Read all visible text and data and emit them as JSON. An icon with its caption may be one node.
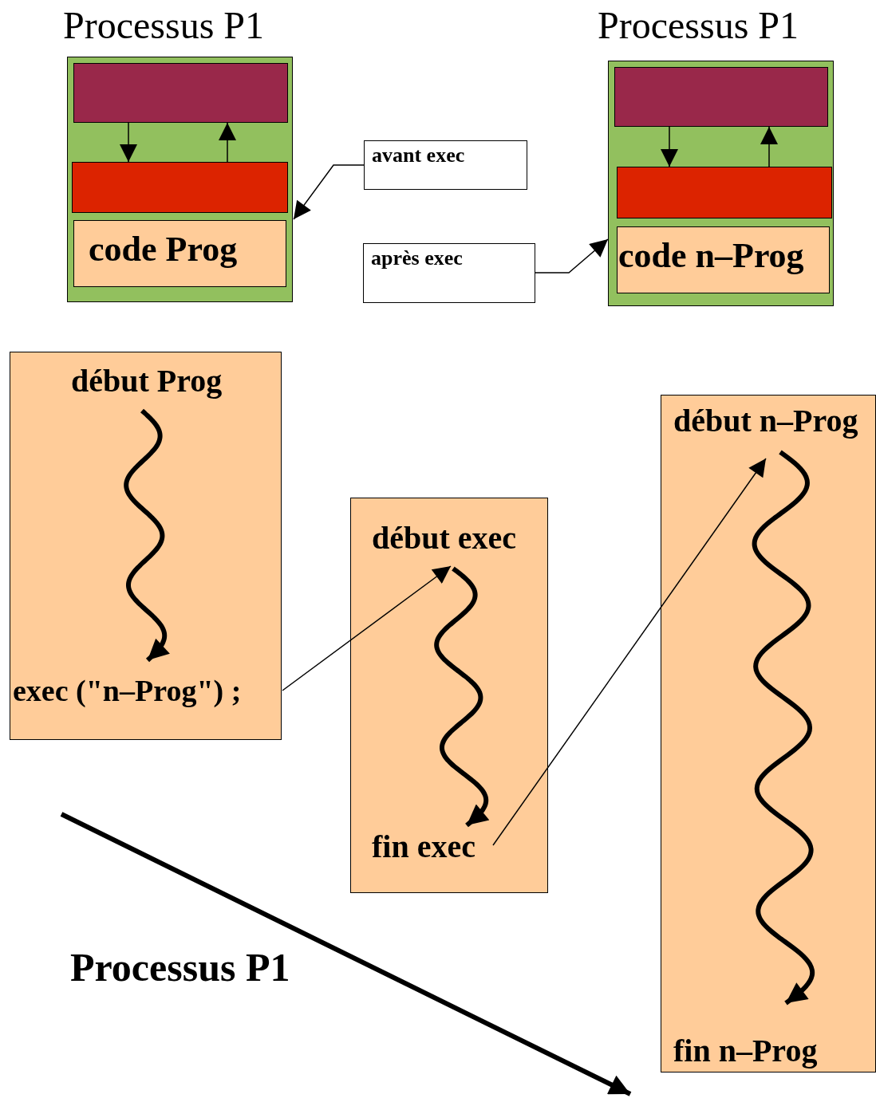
{
  "diagram": {
    "nodes": [
      {
        "text": [
          "Processus P1"
        ]
      },
      {
        "text": [],
        "shape": "box",
        "in": 0
      },
      {
        "text": [],
        "shape": "box",
        "in": 0
      },
      {
        "text": [
          "code Prog"
        ],
        "in": 0
      },
      {
        "text": [
          "avant exec"
        ]
      },
      {
        "text": [
          "après exec"
        ]
      },
      {
        "text": [
          "Processus P1"
        ]
      },
      {
        "text": [],
        "shape": "box",
        "in": 6
      },
      {
        "text": [],
        "shape": "box",
        "in": 6
      },
      {
        "text": [
          "code n–Prog"
        ],
        "in": 6
      },
      {
        "text": [
          "début Prog",
          "exec (\"n–Prog\") ;"
        ]
      },
      {
        "text": [
          "début exec",
          "fin exec"
        ]
      },
      {
        "text": [
          "début n–Prog",
          "fin n–Prog"
        ]
      }
    ],
    "edges": [
      {
        "from": 1,
        "to": 2,
        "arrow": "to"
      },
      {
        "from": 2,
        "to": 1,
        "arrow": "to"
      },
      {
        "from": 7,
        "to": 8,
        "arrow": "to"
      },
      {
        "from": 8,
        "to": 7,
        "arrow": "to"
      },
      {
        "from": 4,
        "to": 0,
        "arrow": "to"
      },
      {
        "from": 5,
        "to": 6,
        "arrow": "to"
      },
      {
        "from": 10,
        "to": 11,
        "arrow": "to"
      },
      {
        "from": 11,
        "to": 12,
        "arrow": "to"
      }
    ],
    "labels": [
      "Processus P1"
    ]
  }
}
